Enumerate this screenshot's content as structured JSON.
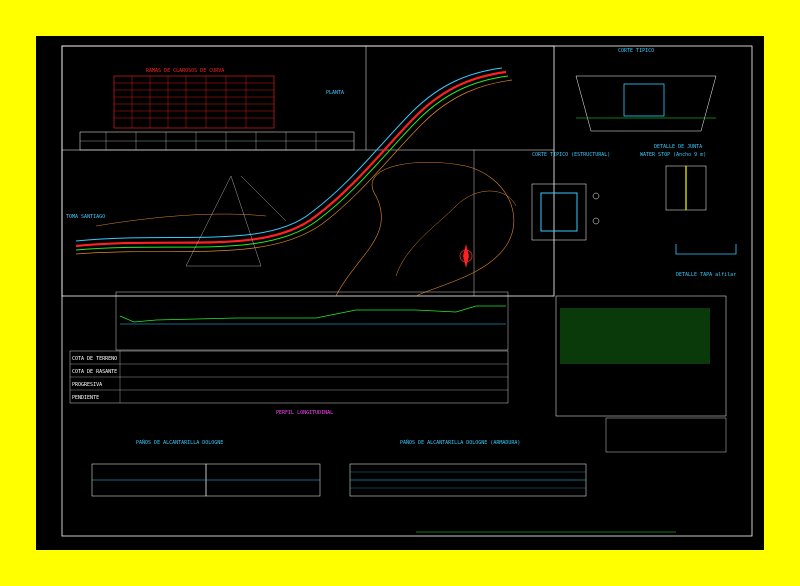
{
  "colors": {
    "background": "#ffff00",
    "sheet": "#000000",
    "frame": "#ffffff",
    "title_cyan": "#33ccff",
    "red": "#ff2020",
    "green": "#22ee22",
    "orange": "#e08a2a",
    "magenta": "#ff40ff"
  },
  "plan": {
    "table_title": "RAMAS DE CLAROSOS DE CURVA",
    "label_planta": "PLANTA",
    "label_tolerance": "TOMA SANTIAGO"
  },
  "sections": {
    "corte_tipico_title": "CORTE TIPICO",
    "corte_tipico_struct_title": "CORTE TIPICO (ESTRUCTURAL)",
    "detalle_junta_title": "DETALLE DE JUNTA",
    "detalle_junta_sub": "WATER STOP (Ancho 9 m)",
    "detalle_tapa_title": "DETALLE TAPA alfilar"
  },
  "profile": {
    "rows": [
      "COTA DE TERRENO",
      "COTA DE RASANTE",
      "PROGRESIVA",
      "PENDIENTE"
    ],
    "title": "PERFIL LONGITUDINAL"
  },
  "bottom": {
    "left_title": "PAÑOS DE ALCANTARILLA DOLOGNE",
    "right_title": "PAÑOS DE ALCANTARILLA DOLOGNE (ARMADURA)"
  }
}
